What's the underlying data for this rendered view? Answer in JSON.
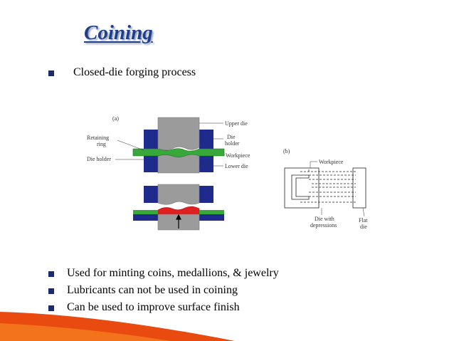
{
  "slide": {
    "title": "Coining",
    "intro_bullet": "Closed-die forging process",
    "bullets": [
      "Used for minting coins, medallions, & jewelry",
      "Lubricants can not be used in coining",
      "Can be used to improve surface finish"
    ]
  },
  "figure_a": {
    "panel_label": "(a)",
    "labels": {
      "upper_die": "Upper die",
      "die_holder_right_1": "Die",
      "die_holder_right_2": "holder",
      "retaining_ring_1": "Retaining",
      "retaining_ring_2": "ring",
      "die_holder_left": "Die holder",
      "workpiece": "Workpiece",
      "lower_die": "Lower die"
    }
  },
  "figure_b": {
    "panel_label": "(b)",
    "labels": {
      "workpiece": "Workpiece",
      "die_with_1": "Die with",
      "die_with_2": "depressions",
      "flat_1": "Flat",
      "flat_2": "die"
    }
  },
  "colors": {
    "title": "#1f3f8a",
    "bullet": "#1b2a6b",
    "die_holder": "#1e2a8c",
    "die": "#9b9b9b",
    "workpiece": "#38a83a",
    "coined_workpiece": "#e02020",
    "swoosh": "#e84a10"
  }
}
